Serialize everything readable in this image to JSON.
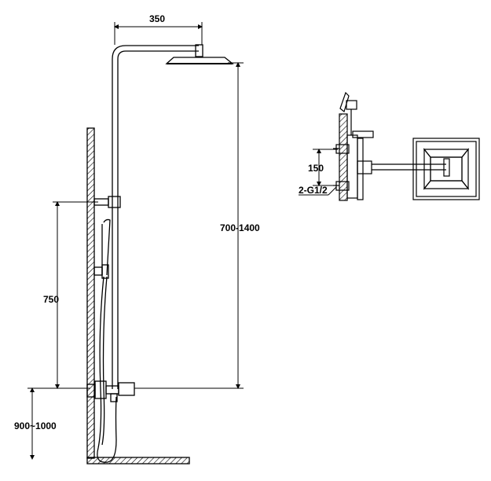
{
  "dimensions": {
    "arm_reach": "350",
    "height_range": "700-1400",
    "slide_height": "750",
    "mixer_height": "900~1000",
    "inlet_spacing": "150",
    "inlet_size": "2-G1/2"
  },
  "colors": {
    "line": "#000000",
    "hatch": "#000000",
    "background": "#ffffff"
  }
}
